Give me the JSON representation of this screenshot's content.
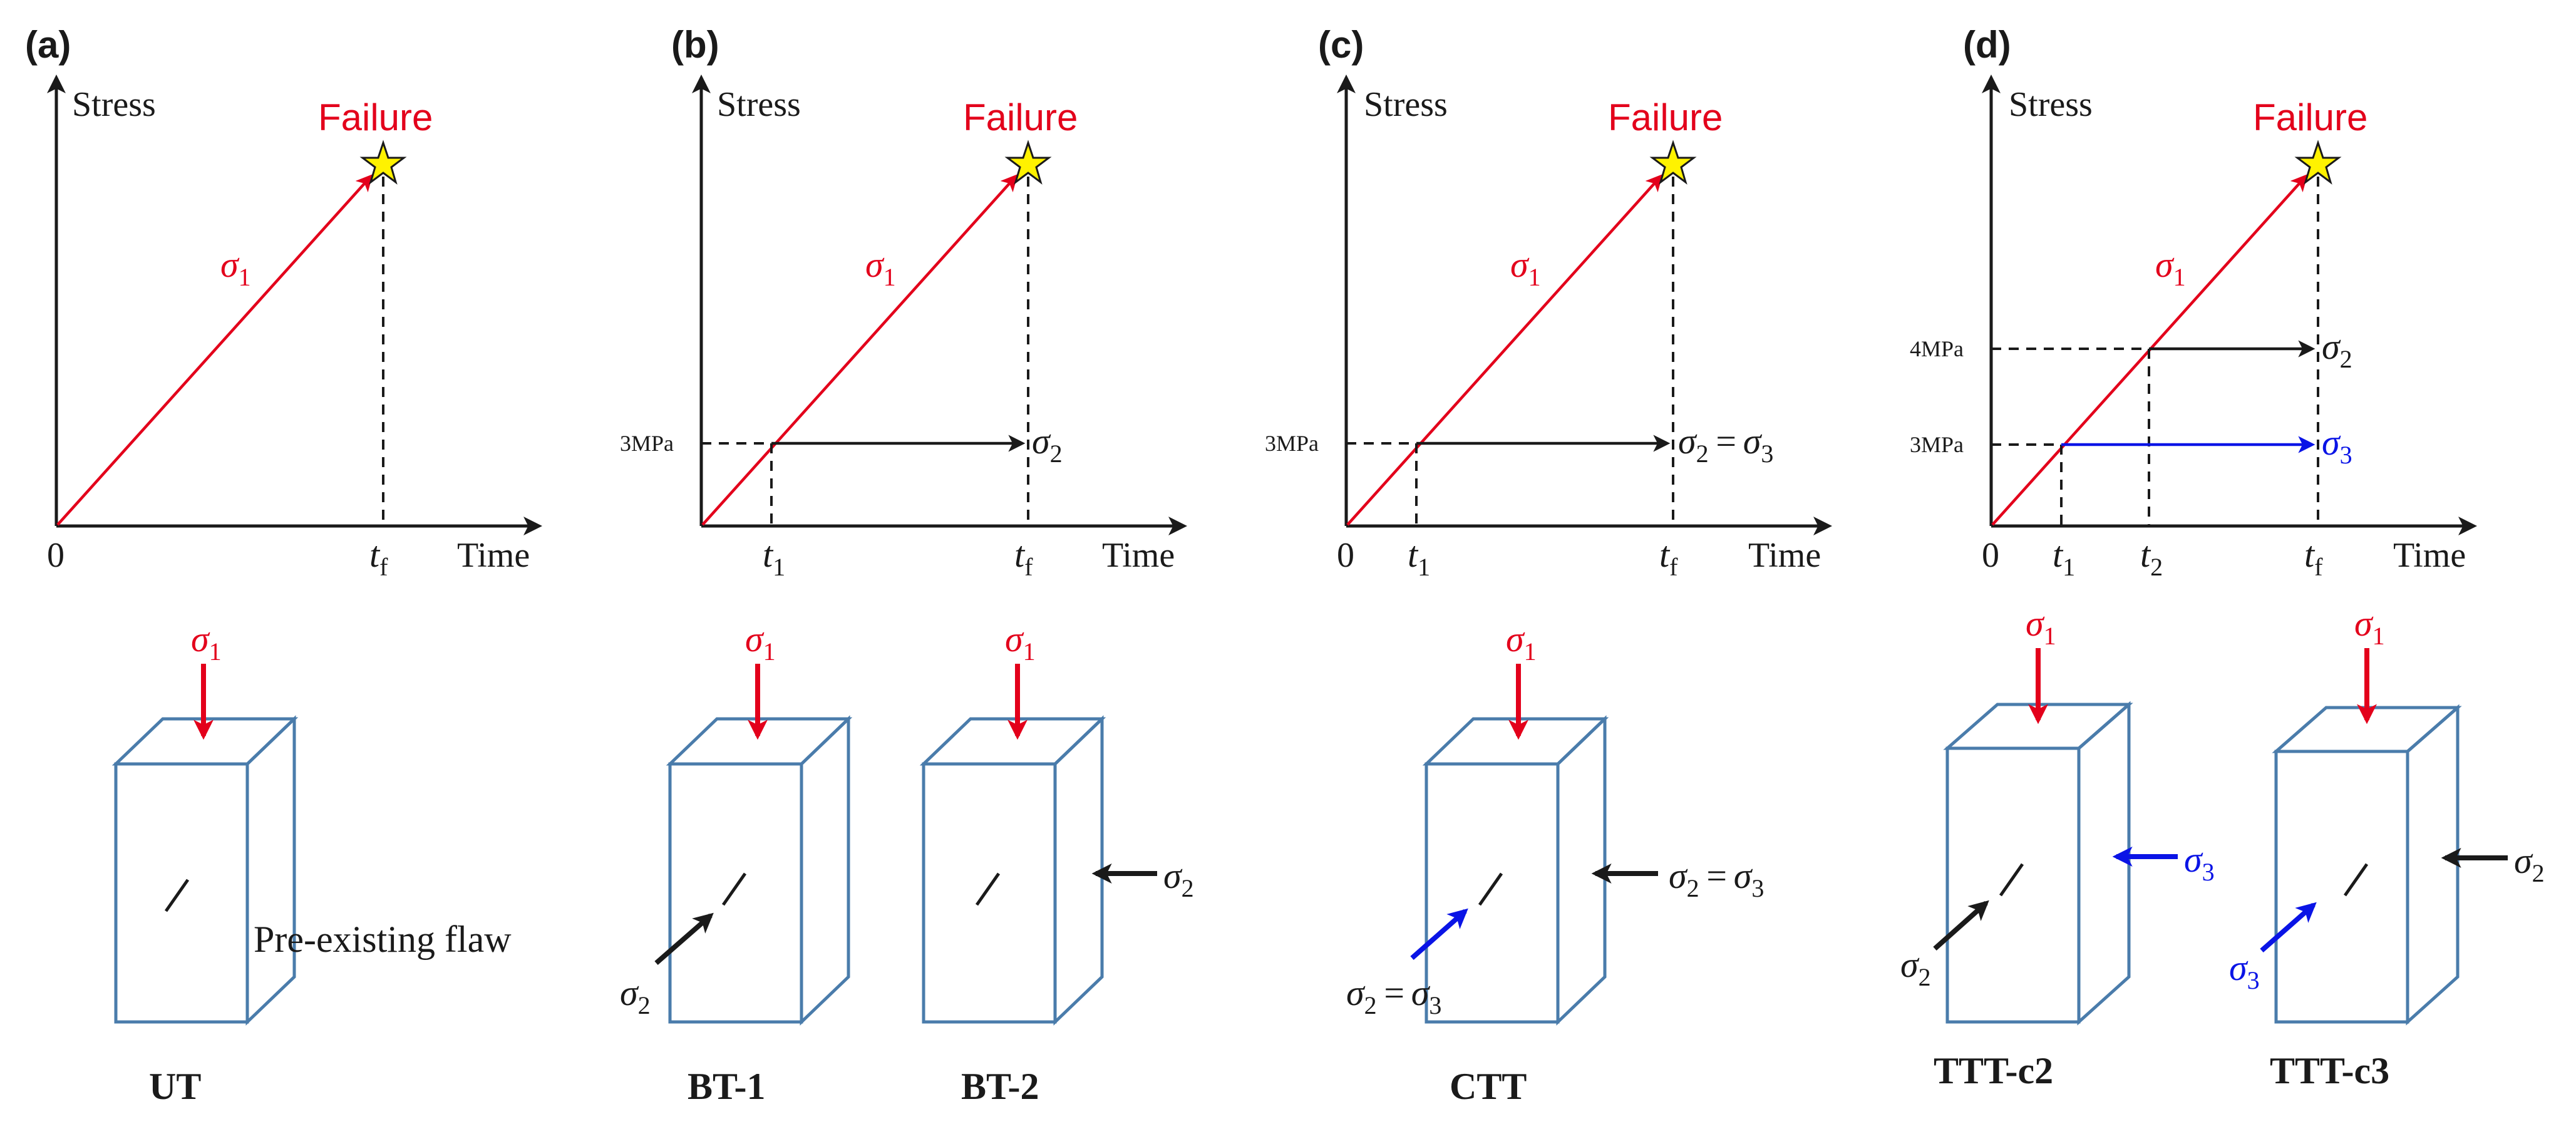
{
  "panels": [
    {
      "label": "(a)",
      "y_axis": "Stress",
      "x_axis": "Time",
      "origin": "0",
      "failure": "Failure",
      "stress": "σ",
      "stress_sub": "1",
      "tf": "t",
      "tf_sub": "f",
      "specimens": [
        {
          "name": "UT"
        }
      ],
      "flaw_label": "Pre-existing flaw"
    },
    {
      "label": "(b)",
      "y_axis": "Stress",
      "x_axis": "Time",
      "failure": "Failure",
      "stress": "σ",
      "stress_sub": "1",
      "t1": "t",
      "t1_sub": "1",
      "tf": "t",
      "tf_sub": "f",
      "level": "3MPa",
      "level_stress": "σ",
      "level_stress_sub": "2",
      "specimens": [
        {
          "name": "BT-1",
          "side": "σ",
          "side_sub": "2"
        },
        {
          "name": "BT-2",
          "side": "σ",
          "side_sub": "2"
        }
      ]
    },
    {
      "label": "(c)",
      "y_axis": "Stress",
      "x_axis": "Time",
      "origin": "0",
      "failure": "Failure",
      "stress": "σ",
      "stress_sub": "1",
      "t1": "t",
      "t1_sub": "1",
      "tf": "t",
      "tf_sub": "f",
      "level": "3MPa",
      "level_stress": "σ",
      "level_stress_sub": "2",
      "level_equals": "=",
      "level_stress2": "σ",
      "level_stress2_sub": "3",
      "specimens": [
        {
          "name": "CTT",
          "side": "σ",
          "side_sub": "2",
          "equals": "=",
          "side2": "σ",
          "side2_sub": "3"
        }
      ]
    },
    {
      "label": "(d)",
      "y_axis": "Stress",
      "x_axis": "Time",
      "origin": "0",
      "failure": "Failure",
      "stress": "σ",
      "stress_sub": "1",
      "t1": "t",
      "t1_sub": "1",
      "t2": "t",
      "t2_sub": "2",
      "tf": "t",
      "tf_sub": "f",
      "level_high": "4MPa",
      "level_high_stress": "σ",
      "level_high_stress_sub": "2",
      "level_low": "3MPa",
      "level_low_stress": "σ",
      "level_low_stress_sub": "3",
      "specimens": [
        {
          "name": "TTT-c2",
          "side": "σ",
          "side_sub": "3",
          "side2": "σ",
          "side2_sub": "2"
        },
        {
          "name": "TTT-c3",
          "side": "σ",
          "side_sub": "2",
          "side2": "σ",
          "side2_sub": "3"
        }
      ]
    }
  ],
  "colors": {
    "red": "#e3001b",
    "blue": "#0a14e6",
    "box": "#4a7cab",
    "ink": "#1a1a1a",
    "star": "#fff200"
  }
}
